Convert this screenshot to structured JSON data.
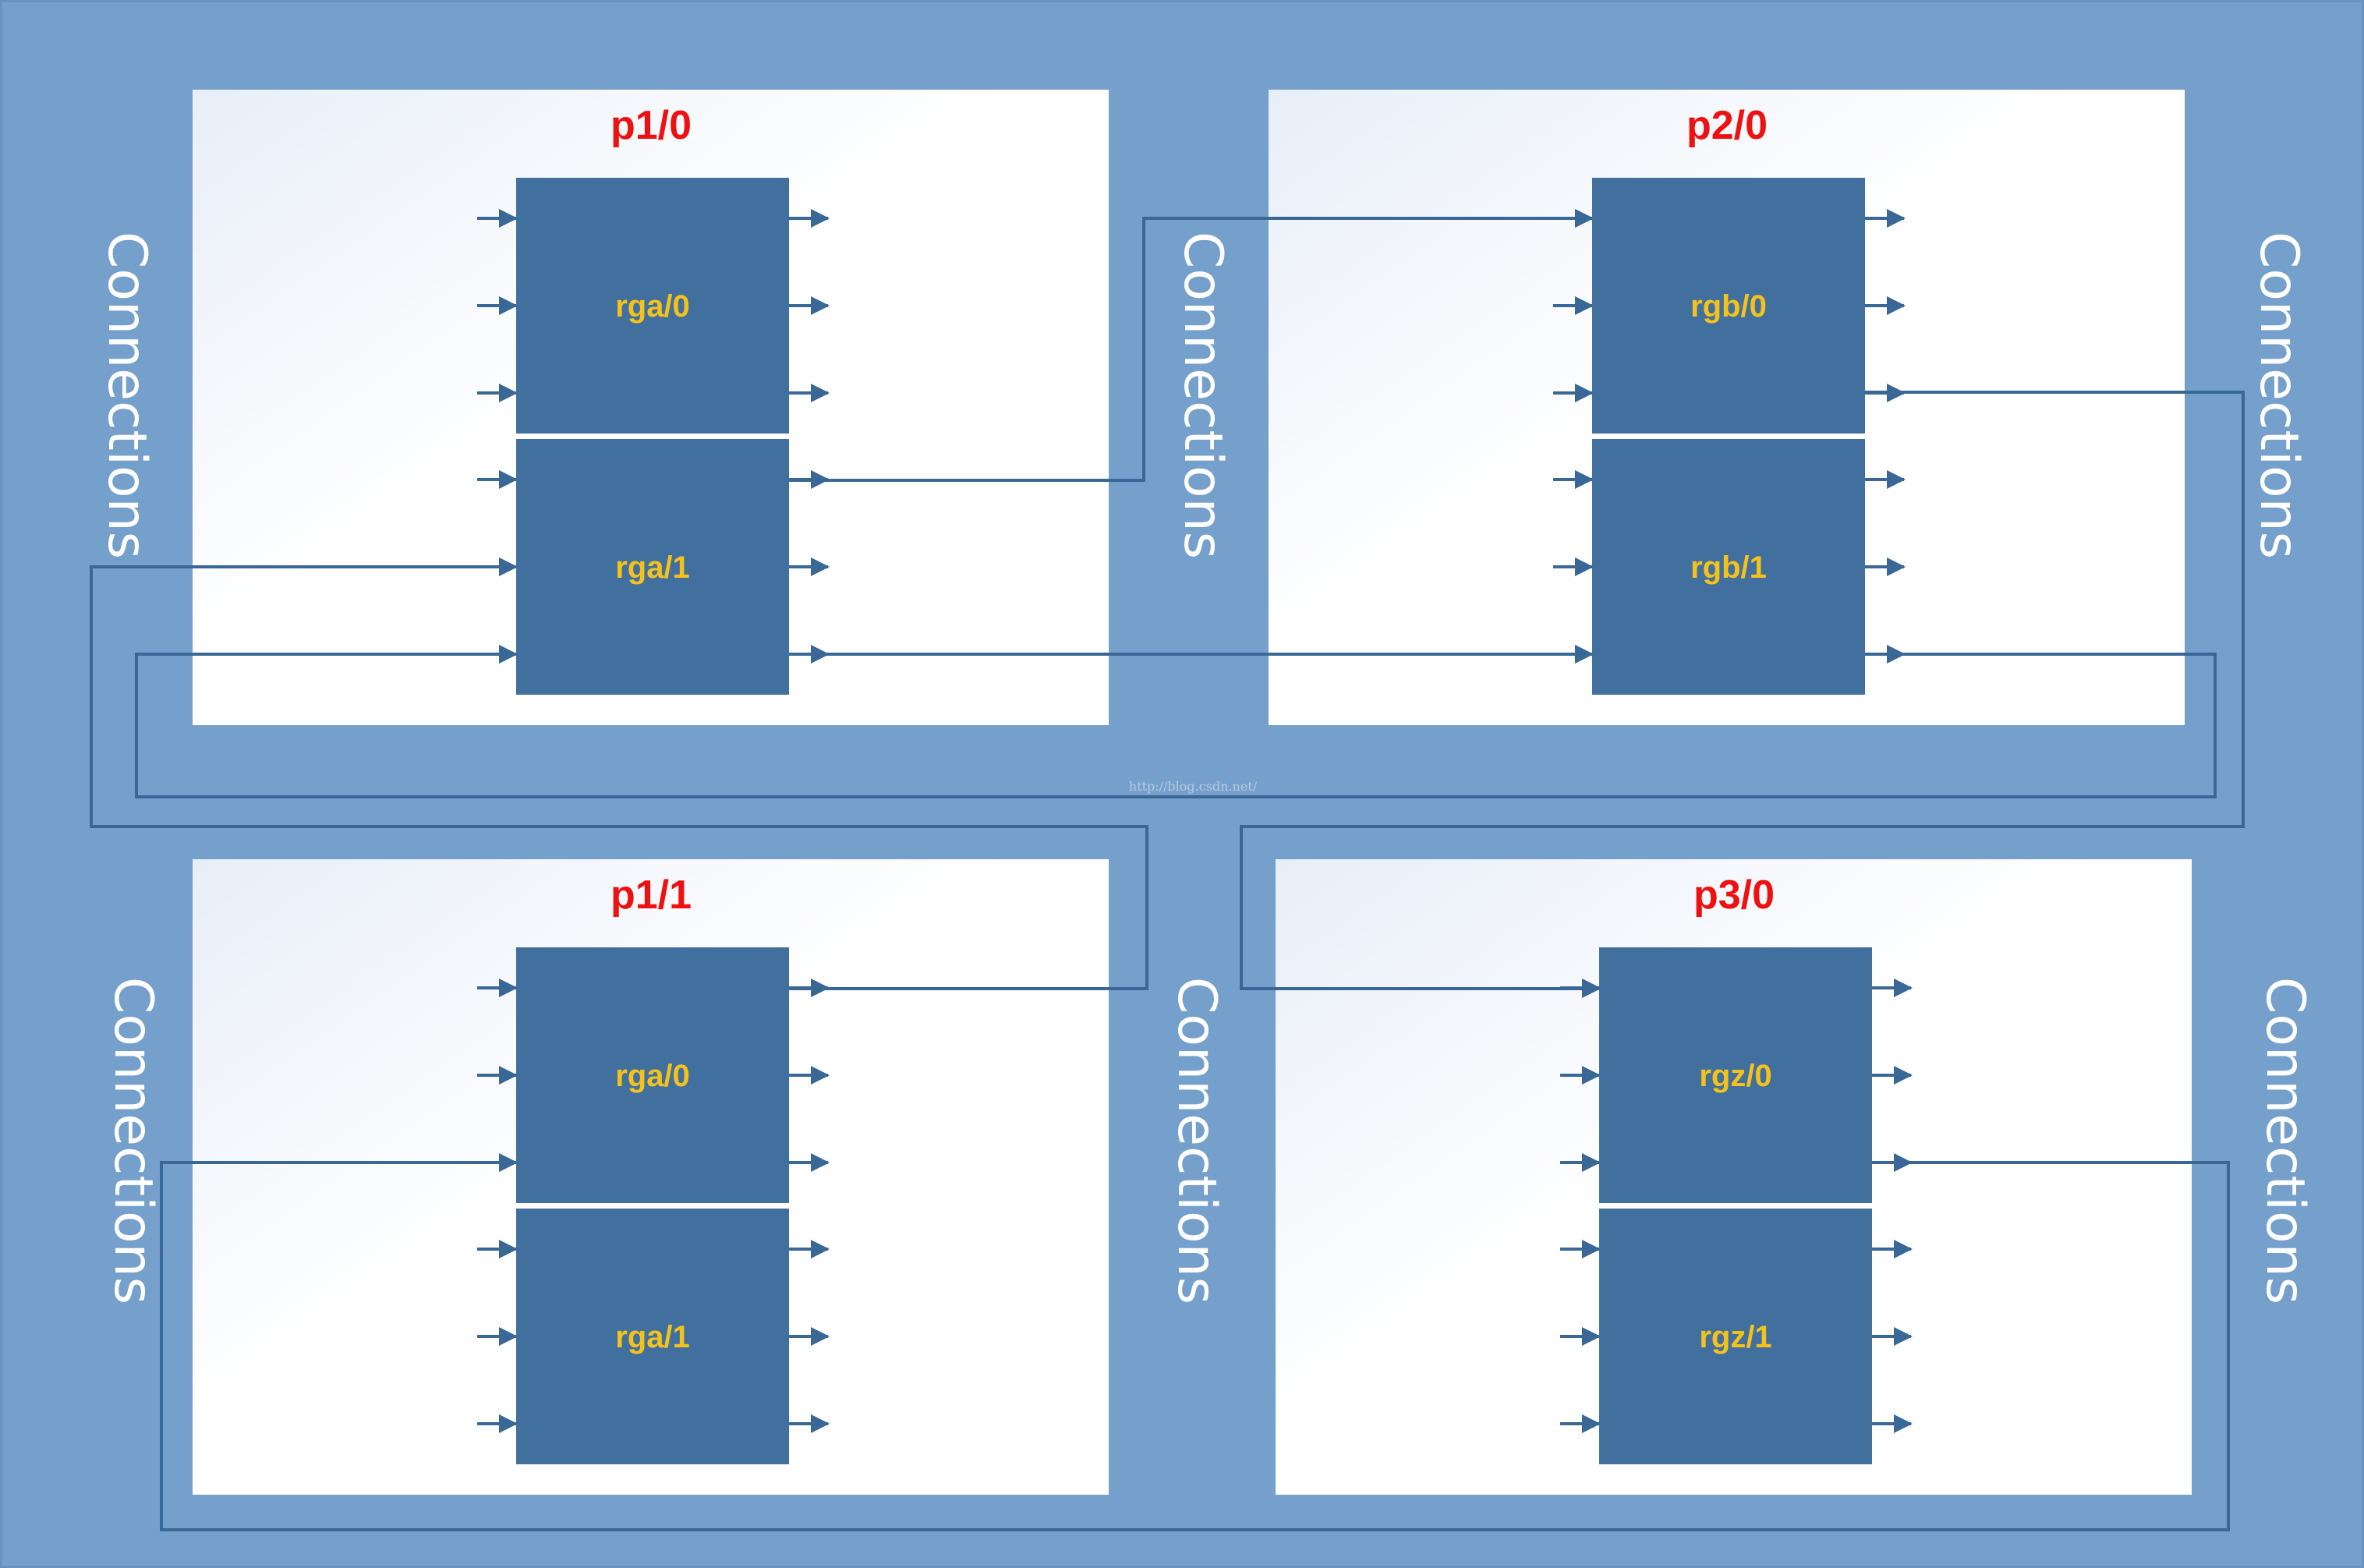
{
  "colors": {
    "background": "#76a0cc",
    "border": "#6a92bd",
    "block": "#42709e",
    "wire": "#3a6896",
    "panel_title": "#ee1111",
    "block_label": "#f5c21b",
    "connection_label": "#ffffff"
  },
  "side_label": "Connections",
  "watermark": "http://blog.csdn.net/",
  "panels": [
    {
      "title": "p1/0",
      "blocks": [
        {
          "label": "rga/0"
        },
        {
          "label": "rga/1"
        }
      ]
    },
    {
      "title": "p2/0",
      "blocks": [
        {
          "label": "rgb/0"
        },
        {
          "label": "rgb/1"
        }
      ]
    },
    {
      "title": "p1/1",
      "blocks": [
        {
          "label": "rga/0"
        },
        {
          "label": "rga/1"
        }
      ]
    },
    {
      "title": "p3/0",
      "blocks": [
        {
          "label": "rgz/0"
        },
        {
          "label": "rgz/1"
        }
      ]
    }
  ]
}
